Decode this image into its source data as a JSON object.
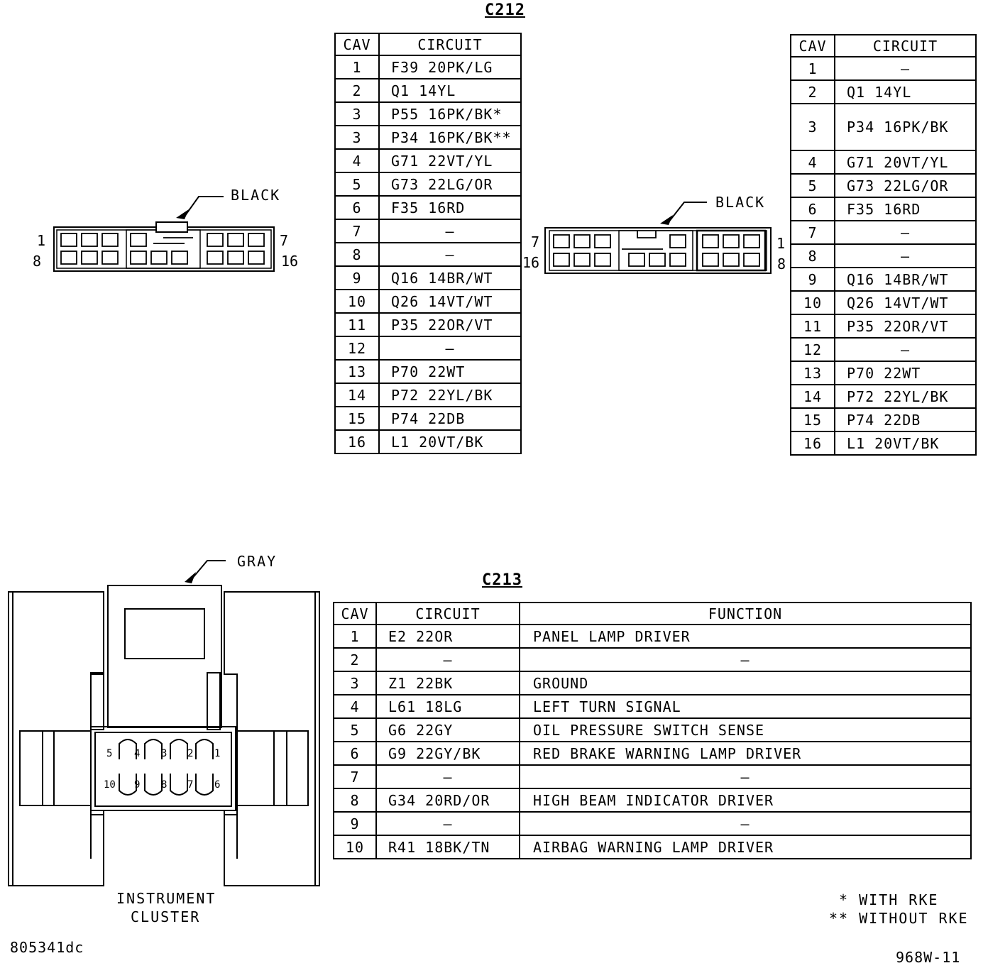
{
  "c212": {
    "title": "C212",
    "headers": {
      "cav": "CAV",
      "circuit": "CIRCUIT"
    },
    "left_connector": {
      "color_label": "BLACK",
      "pins": {
        "top_left": "1",
        "top_right": "7",
        "bottom_left": "8",
        "bottom_right": "16"
      }
    },
    "right_connector": {
      "color_label": "BLACK",
      "pins": {
        "top_left": "7",
        "top_right": "1",
        "bottom_left": "16",
        "bottom_right": "8"
      }
    },
    "left_table": [
      {
        "cav": "1",
        "circuit": "F39 20PK/LG"
      },
      {
        "cav": "2",
        "circuit": "Q1 14YL"
      },
      {
        "cav": "3",
        "circuit": "P55 16PK/BK*"
      },
      {
        "cav": "3",
        "circuit": "P34 16PK/BK**"
      },
      {
        "cav": "4",
        "circuit": "G71 22VT/YL"
      },
      {
        "cav": "5",
        "circuit": "G73 22LG/OR"
      },
      {
        "cav": "6",
        "circuit": "F35 16RD"
      },
      {
        "cav": "7",
        "circuit": "–"
      },
      {
        "cav": "8",
        "circuit": "–"
      },
      {
        "cav": "9",
        "circuit": "Q16 14BR/WT"
      },
      {
        "cav": "10",
        "circuit": "Q26 14VT/WT"
      },
      {
        "cav": "11",
        "circuit": "P35 22OR/VT"
      },
      {
        "cav": "12",
        "circuit": "–"
      },
      {
        "cav": "13",
        "circuit": "P70 22WT"
      },
      {
        "cav": "14",
        "circuit": "P72 22YL/BK"
      },
      {
        "cav": "15",
        "circuit": "P74 22DB"
      },
      {
        "cav": "16",
        "circuit": "L1 20VT/BK"
      }
    ],
    "right_table": [
      {
        "cav": "1",
        "circuit": "–"
      },
      {
        "cav": "2",
        "circuit": "Q1 14YL"
      },
      {
        "cav": "3",
        "circuit": "P34 16PK/BK"
      },
      {
        "cav": "4",
        "circuit": "G71 20VT/YL"
      },
      {
        "cav": "5",
        "circuit": "G73 22LG/OR"
      },
      {
        "cav": "6",
        "circuit": "F35 16RD"
      },
      {
        "cav": "7",
        "circuit": "–"
      },
      {
        "cav": "8",
        "circuit": "–"
      },
      {
        "cav": "9",
        "circuit": "Q16 14BR/WT"
      },
      {
        "cav": "10",
        "circuit": "Q26 14VT/WT"
      },
      {
        "cav": "11",
        "circuit": "P35 22OR/VT"
      },
      {
        "cav": "12",
        "circuit": "–"
      },
      {
        "cav": "13",
        "circuit": "P70 22WT"
      },
      {
        "cav": "14",
        "circuit": "P72 22YL/BK"
      },
      {
        "cav": "15",
        "circuit": "P74 22DB"
      },
      {
        "cav": "16",
        "circuit": "L1 20VT/BK"
      }
    ]
  },
  "c213": {
    "title": "C213",
    "headers": {
      "cav": "CAV",
      "circuit": "CIRCUIT",
      "function": "FUNCTION"
    },
    "connector": {
      "color_label": "GRAY",
      "caption_line1": "INSTRUMENT",
      "caption_line2": "CLUSTER",
      "top_pins": [
        "5",
        "4",
        "3",
        "2",
        "1"
      ],
      "bottom_pins": [
        "10",
        "9",
        "8",
        "7",
        "6"
      ]
    },
    "table": [
      {
        "cav": "1",
        "circuit": "E2 22OR",
        "function": "PANEL LAMP DRIVER"
      },
      {
        "cav": "2",
        "circuit": "–",
        "function": "–"
      },
      {
        "cav": "3",
        "circuit": "Z1 22BK",
        "function": "GROUND"
      },
      {
        "cav": "4",
        "circuit": "L61 18LG",
        "function": "LEFT TURN SIGNAL"
      },
      {
        "cav": "5",
        "circuit": "G6 22GY",
        "function": "OIL PRESSURE SWITCH SENSE"
      },
      {
        "cav": "6",
        "circuit": "G9 22GY/BK",
        "function": "RED BRAKE WARNING LAMP DRIVER"
      },
      {
        "cav": "7",
        "circuit": "–",
        "function": "–"
      },
      {
        "cav": "8",
        "circuit": "G34 20RD/OR",
        "function": "HIGH BEAM INDICATOR DRIVER"
      },
      {
        "cav": "9",
        "circuit": "–",
        "function": "–"
      },
      {
        "cav": "10",
        "circuit": "R41 18BK/TN",
        "function": "AIRBAG WARNING LAMP DRIVER"
      }
    ]
  },
  "notes": {
    "with_rke": "* WITH RKE",
    "without_rke": "** WITHOUT RKE"
  },
  "footer": {
    "left_code": "805341dc",
    "right_code": "968W-11"
  }
}
